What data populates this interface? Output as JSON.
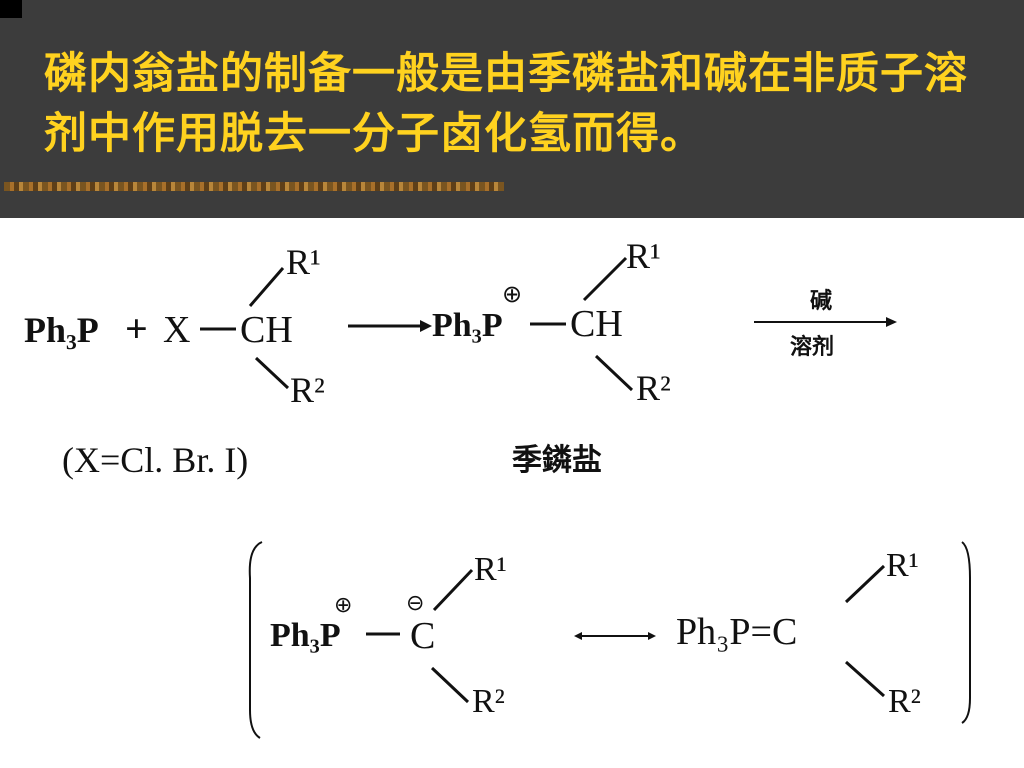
{
  "slide": {
    "title": "磷内翁盐的制备一般是由季磷盐和碱在非质子溶剂中作用脱去一分子卤化氢而得。",
    "colors": {
      "header_bg": "#3c3c3c",
      "title_text": "#ffd21f",
      "accent_line": "#a8702a"
    }
  },
  "reaction1": {
    "reactant_phosphine": "Ph₃P",
    "plus": "+",
    "halide_x": "X",
    "ch": "CH",
    "r1": "R¹",
    "r2": "R²",
    "product_phosphorus": "Ph₃P",
    "product_ch": "CH",
    "product_r1": "R¹",
    "product_r2": "R²",
    "charge_plus": "⊕",
    "condition_top": "碱",
    "condition_bottom": "溶剂",
    "x_definition": "(X=Cl. Br. I)",
    "salt_label": "季鏻盐"
  },
  "resonance": {
    "left_phosphorus": "Ph₃P",
    "left_carbon": "C",
    "left_r1": "R¹",
    "left_r2": "R²",
    "charge_plus": "⊕",
    "charge_minus": "⊖",
    "right_ylide": "Ph₃P=C",
    "right_r1": "R¹",
    "right_r2": "R²"
  }
}
